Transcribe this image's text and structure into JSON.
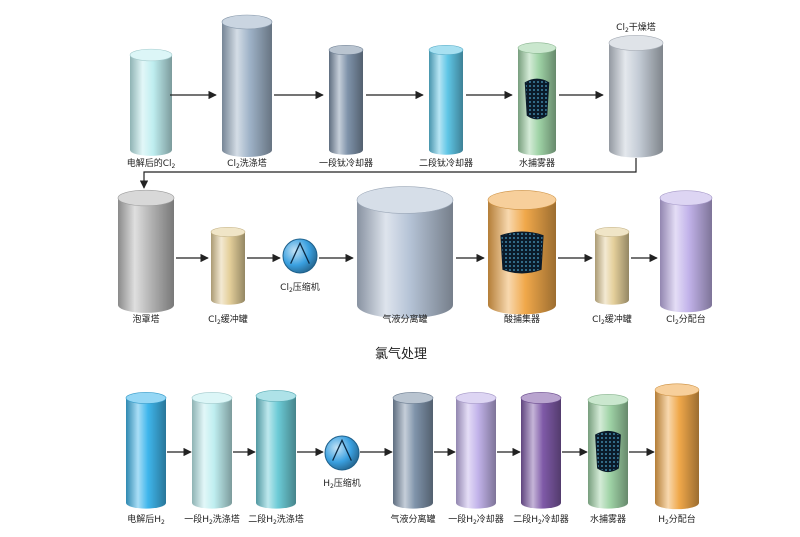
{
  "chlorine": {
    "section_title": "氯气处理",
    "row1": {
      "nodes": [
        {
          "label": "电解后的Cl",
          "sub": "2",
          "suffix": ""
        },
        {
          "label": "Cl",
          "sub": "2",
          "suffix": "洗涤塔"
        },
        {
          "label": "一段钛冷却器",
          "sub": "",
          "suffix": ""
        },
        {
          "label": "二段钛冷却器",
          "sub": "",
          "suffix": ""
        },
        {
          "label": "水捕雾器",
          "sub": "",
          "suffix": ""
        },
        {
          "label": "Cl",
          "sub": "2",
          "suffix": "干燥塔"
        }
      ]
    },
    "row2": {
      "nodes": [
        {
          "label": "泡罩塔",
          "sub": "",
          "suffix": ""
        },
        {
          "label": "Cl",
          "sub": "2",
          "suffix": "缓冲罐"
        },
        {
          "label": "Cl",
          "sub": "2",
          "suffix": "压缩机"
        },
        {
          "label": "气液分离罐",
          "sub": "",
          "suffix": ""
        },
        {
          "label": "酸捕集器",
          "sub": "",
          "suffix": ""
        },
        {
          "label": "Cl",
          "sub": "2",
          "suffix": "缓冲罐"
        },
        {
          "label": "Cl",
          "sub": "2",
          "suffix": "分配台"
        }
      ]
    }
  },
  "hydrogen": {
    "nodes": [
      {
        "label": "电解后H",
        "sub": "2",
        "suffix": ""
      },
      {
        "label": "一段H",
        "sub": "2",
        "suffix": "洗涤塔"
      },
      {
        "label": "二段H",
        "sub": "2",
        "suffix": "洗涤塔"
      },
      {
        "label": "H",
        "sub": "2",
        "suffix": "压缩机"
      },
      {
        "label": "气液分离罐",
        "sub": "",
        "suffix": ""
      },
      {
        "label": "一段H",
        "sub": "2",
        "suffix": "冷却器"
      },
      {
        "label": "二段H",
        "sub": "2",
        "suffix": "冷却器"
      },
      {
        "label": "水捕雾器",
        "sub": "",
        "suffix": ""
      },
      {
        "label": "H",
        "sub": "2",
        "suffix": "分配台"
      }
    ]
  },
  "colors": {
    "cyan_light": "#bfeef0",
    "steel_blue": "#9fb3c8",
    "slate": "#7f93aa",
    "sky": "#5fc6e6",
    "green": "#9fd3a6",
    "silver": "#c4ccd6",
    "gray": "#b8b8b8",
    "khaki": "#e4cf9a",
    "compressor": "#3aa0e0",
    "separator": "#b5c3d6",
    "orange": "#f0a84a",
    "lavender": "#c2b3ea",
    "blue": "#3fb6ec",
    "teal": "#6ccbd6",
    "purple": "#7f5aa8",
    "arrow": "#222222"
  }
}
